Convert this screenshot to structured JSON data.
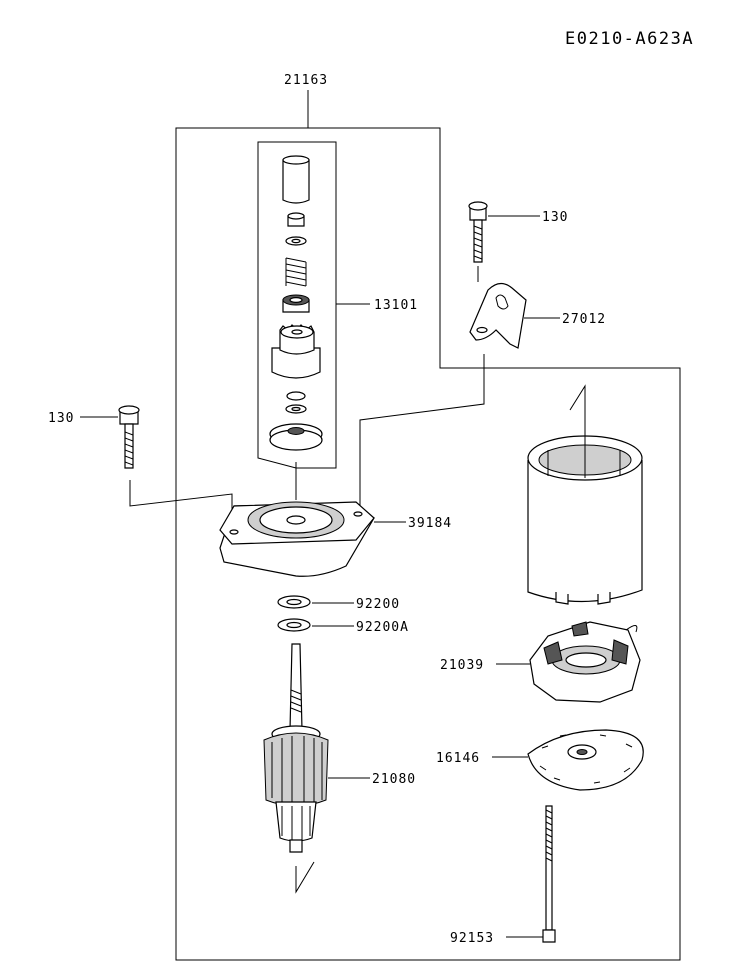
{
  "diagram_code": "E0210-A623A",
  "parts": {
    "assembly": "21163",
    "pinion_set": "13101",
    "bolt_upper": "130",
    "bracket": "27012",
    "bolt_left": "130",
    "cover": "39184",
    "washer_1": "92200",
    "washer_2": "92200A",
    "brush_holder": "21039",
    "plate": "16146",
    "armature": "21080",
    "through_bolt": "92153"
  }
}
